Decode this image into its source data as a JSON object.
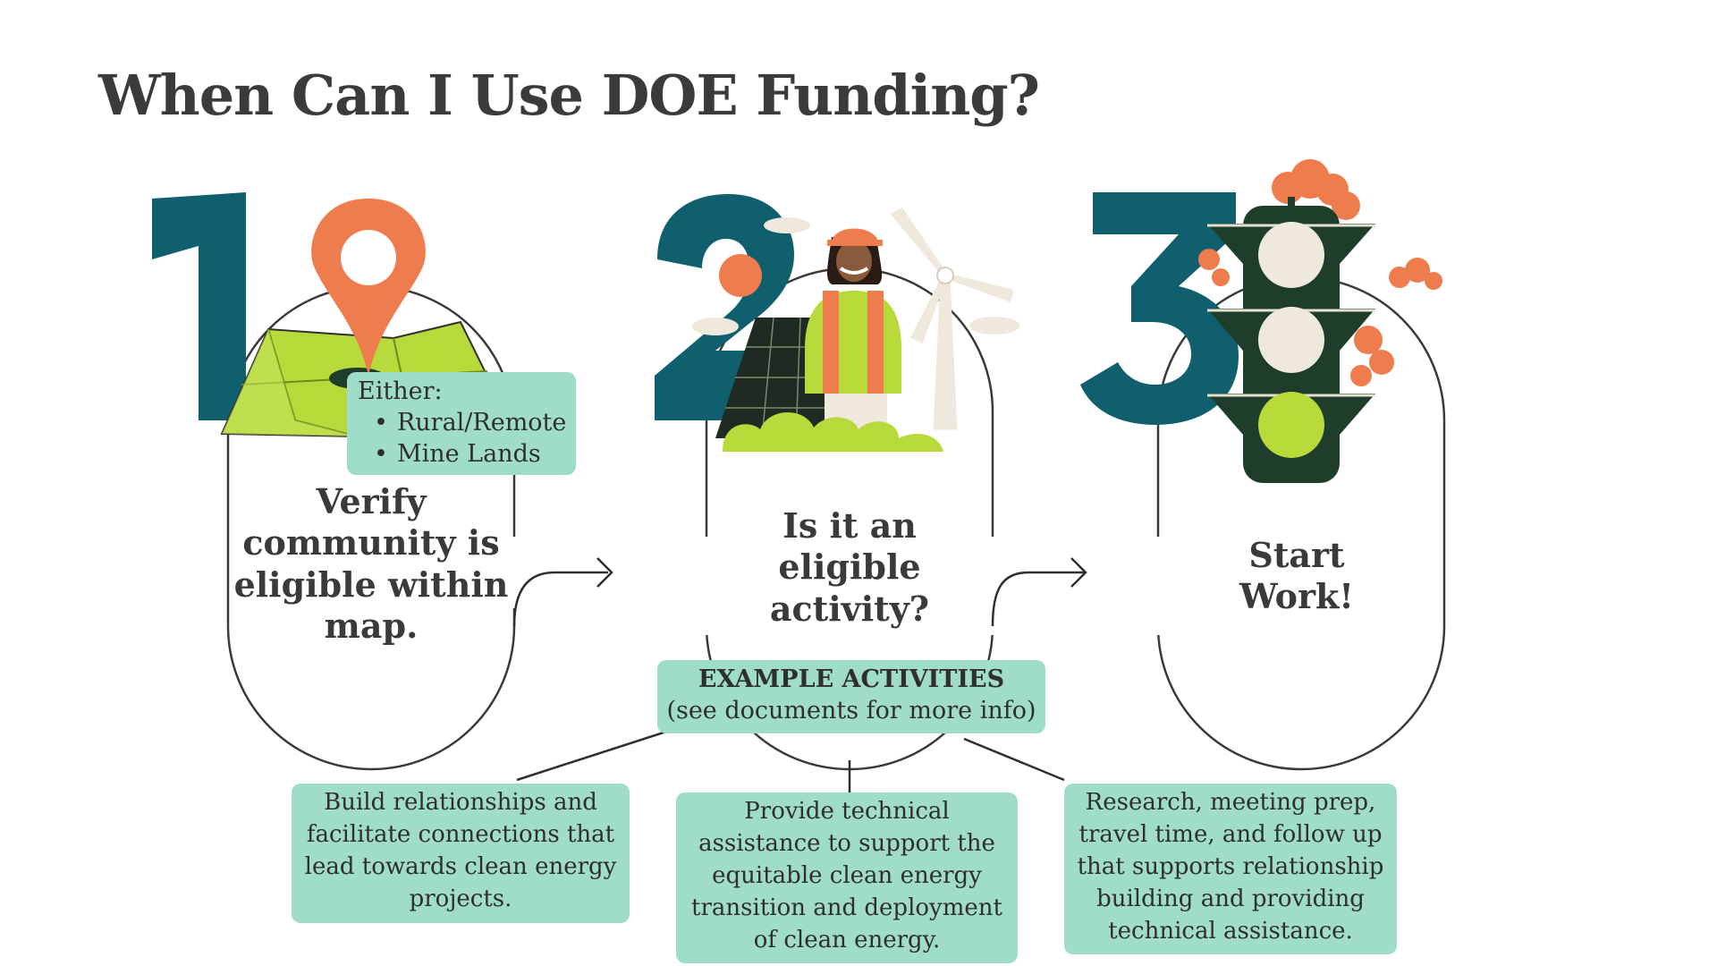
{
  "title": "When Can I Use DOE Funding?",
  "colors": {
    "teal": "#0f5f6e",
    "orange": "#ef7c4d",
    "lime": "#b7d93a",
    "mint": "#9fdcc9",
    "dark_green": "#1f3d2b",
    "cream": "#efe8dc"
  },
  "steps": [
    {
      "number": "1",
      "icon": "map-pin-icon",
      "text": "Verify community is eligible within map."
    },
    {
      "number": "2",
      "icon": "worker-renewables-icon",
      "text": "Is it an eligible activity?"
    },
    {
      "number": "3",
      "icon": "traffic-light-icon",
      "text": "Start Work!"
    }
  ],
  "either": {
    "label": "Either:",
    "items": [
      "Rural/Remote",
      "Mine Lands"
    ]
  },
  "examples": {
    "header": "EXAMPLE ACTIVITIES",
    "subheader": "(see documents for more info)",
    "items": [
      "Build relationships and facilitate connections that lead towards clean energy projects.",
      "Provide technical assistance to support the equitable clean energy transition and deployment of clean energy.",
      "Research, meeting prep, travel time, and follow up that supports relationship building and providing technical assistance."
    ]
  }
}
